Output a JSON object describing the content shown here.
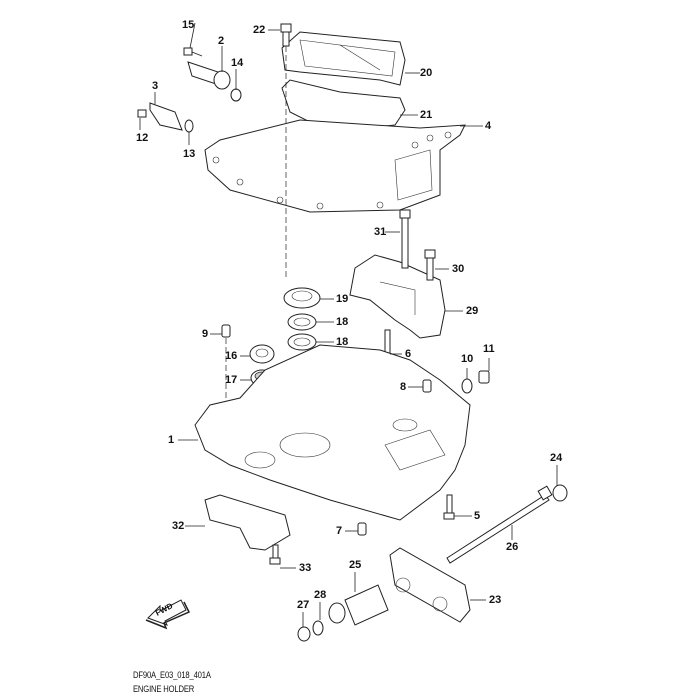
{
  "diagram": {
    "title": "ENGINE HOLDER",
    "code": "DF90A_E03_018_401A",
    "fwd_label": "FWD",
    "callouts": [
      "1",
      "2",
      "3",
      "4",
      "5",
      "6",
      "7",
      "8",
      "9",
      "10",
      "11",
      "12",
      "13",
      "14",
      "15",
      "16",
      "17",
      "18",
      "18",
      "19",
      "20",
      "21",
      "22",
      "23",
      "24",
      "25",
      "26",
      "27",
      "28",
      "29",
      "30",
      "31",
      "32",
      "33"
    ]
  }
}
